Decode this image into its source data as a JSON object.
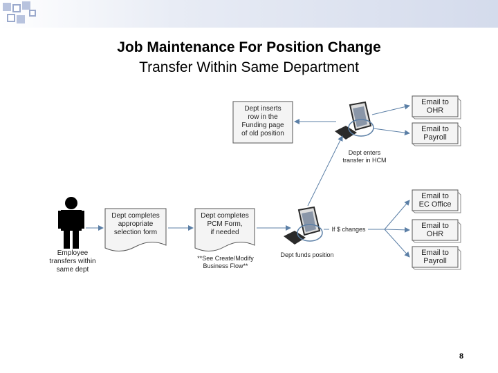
{
  "slide": {
    "title": "Job Maintenance For Position Change",
    "subtitle": "Transfer Within Same Department",
    "page_number": "8"
  },
  "diagram": {
    "actor_label": [
      "Employee",
      "transfers within",
      "same dept"
    ],
    "doc_selection": [
      "Dept completes",
      "appropriate",
      "selection form"
    ],
    "doc_pcm": [
      "Dept completes",
      "PCM Form,",
      "if needed"
    ],
    "pcm_note": [
      "**See Create/Modify",
      "Business Flow**"
    ],
    "funds_label": "Dept funds position",
    "condition_label": "If $ changes",
    "hcm_label": [
      "Dept enters",
      "transfer in HCM"
    ],
    "funding_box": [
      "Dept inserts",
      "row in the",
      "Funding page",
      "of old position"
    ],
    "email_ohr_top": [
      "Email to",
      "OHR"
    ],
    "email_payroll_top": [
      "Email to",
      "Payroll"
    ],
    "email_ec": [
      "Email to",
      "EC Office"
    ],
    "email_ohr_bottom": [
      "Email to",
      "OHR"
    ],
    "email_payroll_bottom": [
      "Email to",
      "Payroll"
    ]
  },
  "colors": {
    "arrow": "#5b7fa6",
    "box_border": "#555555",
    "doc_fill": "#f4f4f4",
    "computer": "#2a2a2a"
  }
}
